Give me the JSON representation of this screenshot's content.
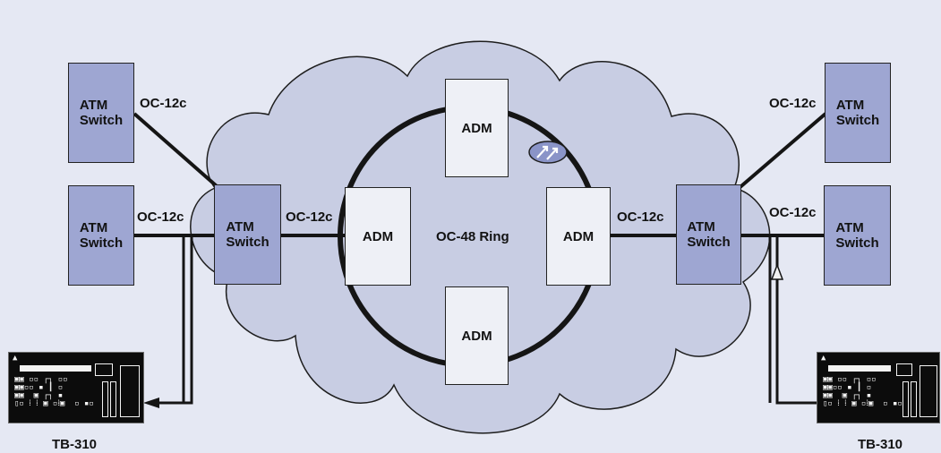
{
  "nodes": {
    "atm_left_top": "ATM\nSwitch",
    "atm_left_bottom": "ATM\nSwitch",
    "atm_left_core": "ATM\nSwitch",
    "atm_right_top": "ATM\nSwitch",
    "atm_right_bottom": "ATM\nSwitch",
    "atm_right_core": "ATM\nSwitch",
    "adm_top": "ADM",
    "adm_left": "ADM",
    "adm_right": "ADM",
    "adm_bottom": "ADM"
  },
  "ring_label": "OC-48 Ring",
  "links": {
    "left_top": "OC-12c",
    "left_bottom": "OC-12c",
    "left_core": "OC-12c",
    "right_core": "OC-12c",
    "right_top": "OC-12c",
    "right_bottom": "OC-12c"
  },
  "testers": {
    "left": "TB-310",
    "right": "TB-310"
  },
  "icons": {
    "ring_protection": "ring-protection-icon",
    "tester": "tb-310-device-icon"
  },
  "colors": {
    "background": "#e5e8f3",
    "cloud": "#c8cde3",
    "atm_switch": "#9ea6d2",
    "adm": "#eef0f6",
    "ring_icon": "#8a94c8"
  }
}
